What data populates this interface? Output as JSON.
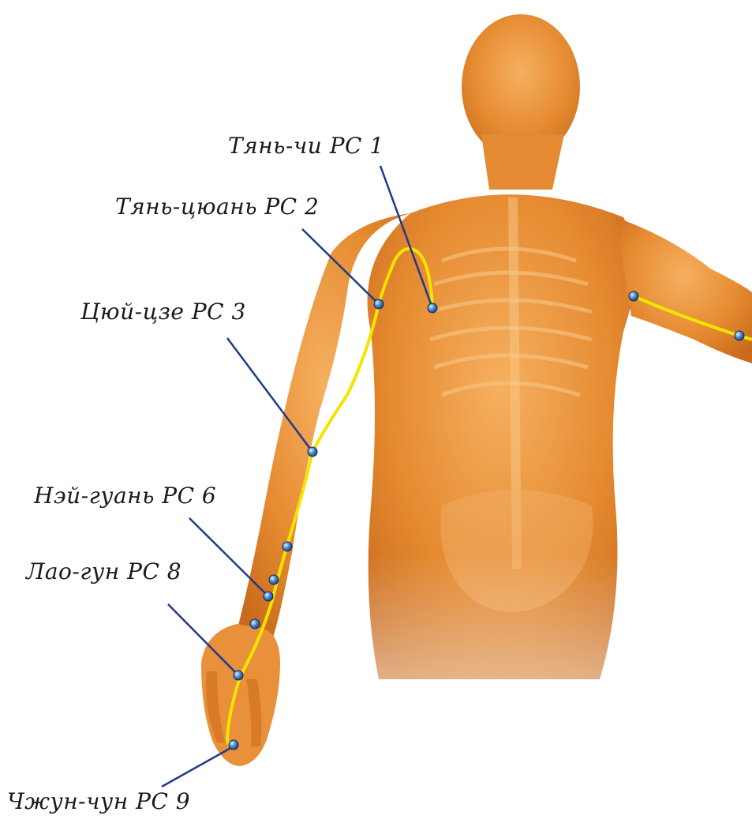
{
  "labels": {
    "pc1": "Тянь-чи PC 1",
    "pc2": "Тянь-цюань PC 2",
    "pc3": "Цюй-цзе PC 3",
    "pc6": "Нэй-гуань PC 6",
    "pc8": "Лао-гун PC 8",
    "pc9": "Чжун-чун PC 9"
  },
  "colors": {
    "meridian": "#f5e400",
    "leader": "#1f3a8a",
    "skin": "#e8903a",
    "point": "#2f6fb8"
  }
}
